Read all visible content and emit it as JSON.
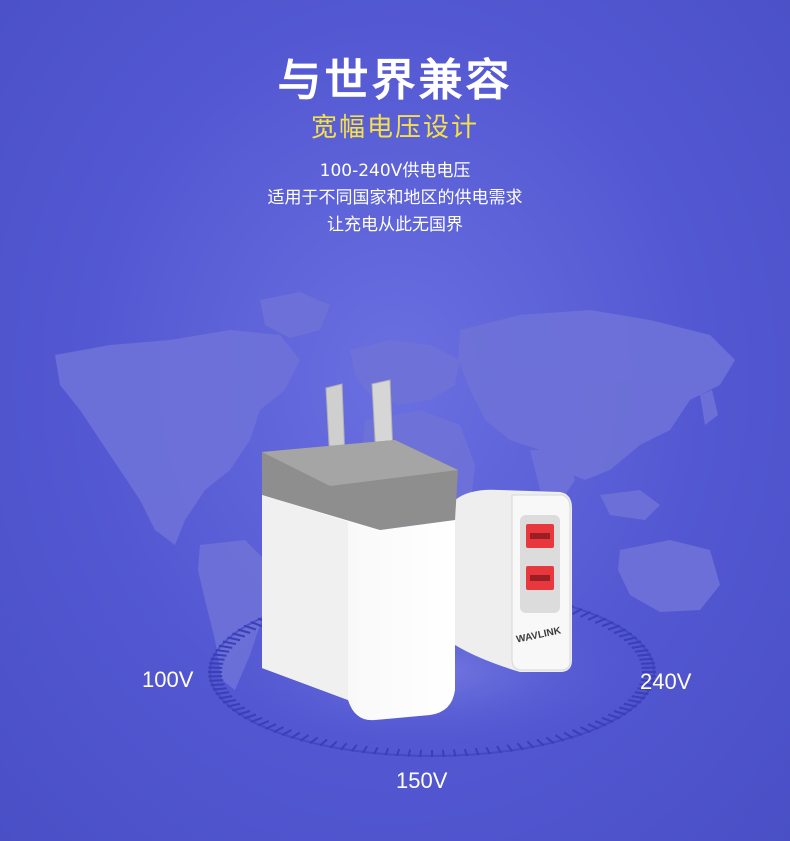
{
  "heading": {
    "title": "与世界兼容",
    "subtitle": "宽幅电压设计"
  },
  "description": {
    "line1": "100-240V供电电压",
    "line2": "适用于不同国家和地区的供电需求",
    "line3": "让充电从此无国界"
  },
  "voltage_dial": {
    "left": "100V",
    "bottom": "150V",
    "right": "240V"
  },
  "product": {
    "brand": "WAVLINK"
  },
  "colors": {
    "background": "#5358d2",
    "title": "#ffffff",
    "subtitle": "#f4e04a",
    "map": "#6f73d9",
    "dial": "#3a3fb8",
    "usb_port": "#e8383d"
  }
}
